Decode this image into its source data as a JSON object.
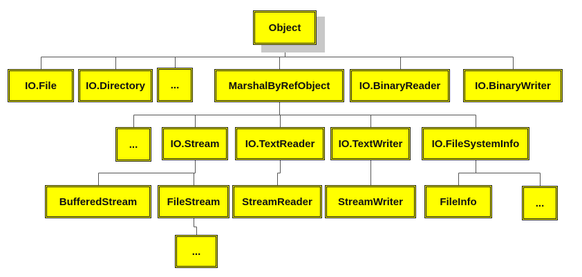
{
  "colors": {
    "box_fill": "#ffff00",
    "box_border": "#1a1a1a",
    "connector": "#555555",
    "shadow": "#c8c8c8"
  },
  "nodes": [
    {
      "id": "object",
      "label": "Object"
    },
    {
      "id": "io-file",
      "label": "IO.File"
    },
    {
      "id": "io-directory",
      "label": "IO.Directory"
    },
    {
      "id": "ellipsis-1",
      "label": "..."
    },
    {
      "id": "marshal-by-ref-object",
      "label": "MarshalByRefObject"
    },
    {
      "id": "io-binary-reader",
      "label": "IO.BinaryReader"
    },
    {
      "id": "io-binary-writer",
      "label": "IO.BinaryWriter"
    },
    {
      "id": "ellipsis-2",
      "label": "..."
    },
    {
      "id": "io-stream",
      "label": "IO.Stream"
    },
    {
      "id": "io-text-reader",
      "label": "IO.TextReader"
    },
    {
      "id": "io-text-writer",
      "label": "IO.TextWriter"
    },
    {
      "id": "io-file-system-info",
      "label": "IO.FileSystemInfo"
    },
    {
      "id": "buffered-stream",
      "label": "BufferedStream"
    },
    {
      "id": "file-stream",
      "label": "FileStream"
    },
    {
      "id": "stream-reader",
      "label": "StreamReader"
    },
    {
      "id": "stream-writer",
      "label": "StreamWriter"
    },
    {
      "id": "file-info",
      "label": "FileInfo"
    },
    {
      "id": "ellipsis-3",
      "label": "..."
    },
    {
      "id": "ellipsis-4",
      "label": "..."
    }
  ],
  "edges": [
    [
      "object",
      "io-file"
    ],
    [
      "object",
      "io-directory"
    ],
    [
      "object",
      "ellipsis-1"
    ],
    [
      "object",
      "marshal-by-ref-object"
    ],
    [
      "object",
      "io-binary-reader"
    ],
    [
      "object",
      "io-binary-writer"
    ],
    [
      "marshal-by-ref-object",
      "ellipsis-2"
    ],
    [
      "marshal-by-ref-object",
      "io-stream"
    ],
    [
      "marshal-by-ref-object",
      "io-text-reader"
    ],
    [
      "marshal-by-ref-object",
      "io-text-writer"
    ],
    [
      "marshal-by-ref-object",
      "io-file-system-info"
    ],
    [
      "io-stream",
      "buffered-stream"
    ],
    [
      "io-stream",
      "file-stream"
    ],
    [
      "io-text-reader",
      "stream-reader"
    ],
    [
      "io-text-writer",
      "stream-writer"
    ],
    [
      "io-file-system-info",
      "file-info"
    ],
    [
      "io-file-system-info",
      "ellipsis-3"
    ],
    [
      "file-stream",
      "ellipsis-4"
    ]
  ]
}
